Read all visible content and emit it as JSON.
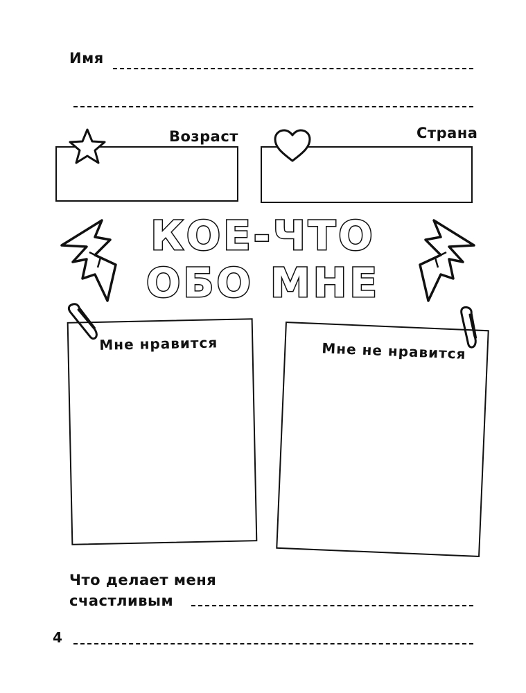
{
  "fields": {
    "name_label": "Имя",
    "age_label": "Возраст",
    "country_label": "Страна",
    "happy_label_line1": "Что делает меня",
    "happy_label_line2": "счастливым"
  },
  "title": {
    "line1": "КОЕ-ЧТО",
    "line2": "ОБО МНЕ"
  },
  "cards": {
    "likes_label": "Мне нравится",
    "dislikes_label": "Мне не нравится"
  },
  "icons": {
    "age_box": "star-icon",
    "country_box": "heart-icon",
    "left_decor": "lightning-icon",
    "right_decor": "lightning-icon",
    "clip": "paperclip-icon"
  },
  "page_number": "4"
}
